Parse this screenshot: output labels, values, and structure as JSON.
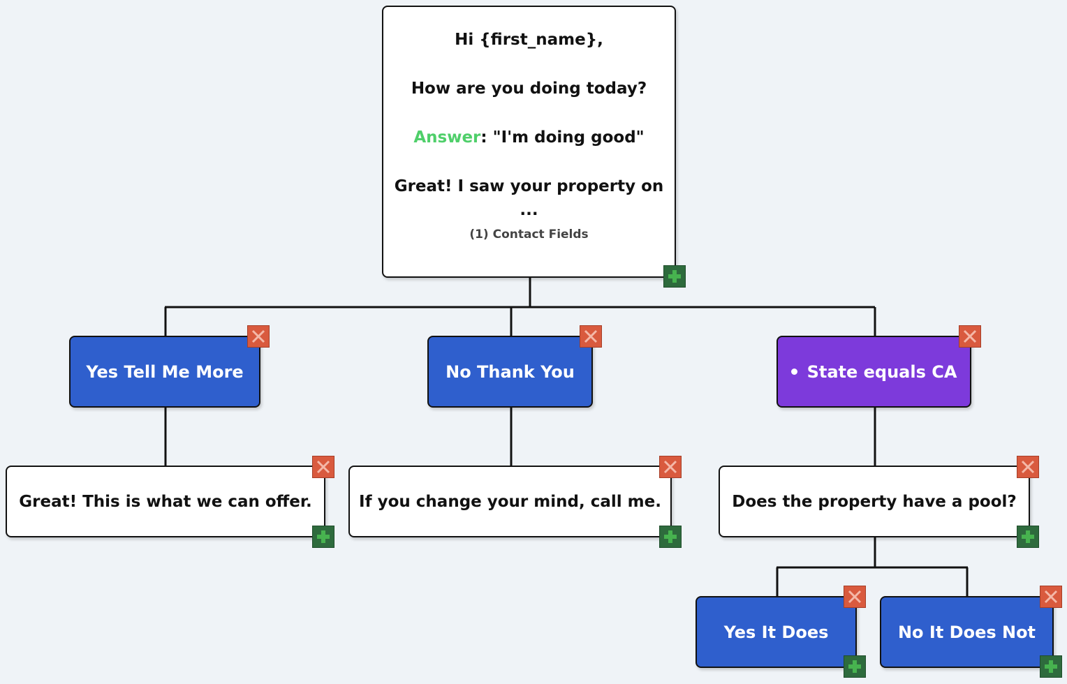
{
  "root": {
    "greeting": "Hi {first_name},",
    "question": "How are you doing today?",
    "answer_label": "Answer",
    "answer_text": ": \"I'm doing good\"",
    "preview": "Great! I saw your property on",
    "ellipsis": "...",
    "fields": "(1) Contact Fields"
  },
  "branches": {
    "yes_tell_me_more": "Yes Tell Me More",
    "no_thank_you": "No Thank You",
    "state_condition": "State equals CA"
  },
  "messages": {
    "offer": "Great! This is what we can offer.",
    "call_me": "If you change your mind, call me.",
    "pool": "Does the property have a pool?"
  },
  "pool_answers": {
    "yes": "Yes It Does",
    "no": "No It Does Not"
  },
  "colors": {
    "choice": "#2f5fcd",
    "condition": "#7d3adb",
    "delete": "#d95a3e",
    "add": "#2e6b3d",
    "answer": "#4fcf6a",
    "background": "#eff3f7"
  }
}
